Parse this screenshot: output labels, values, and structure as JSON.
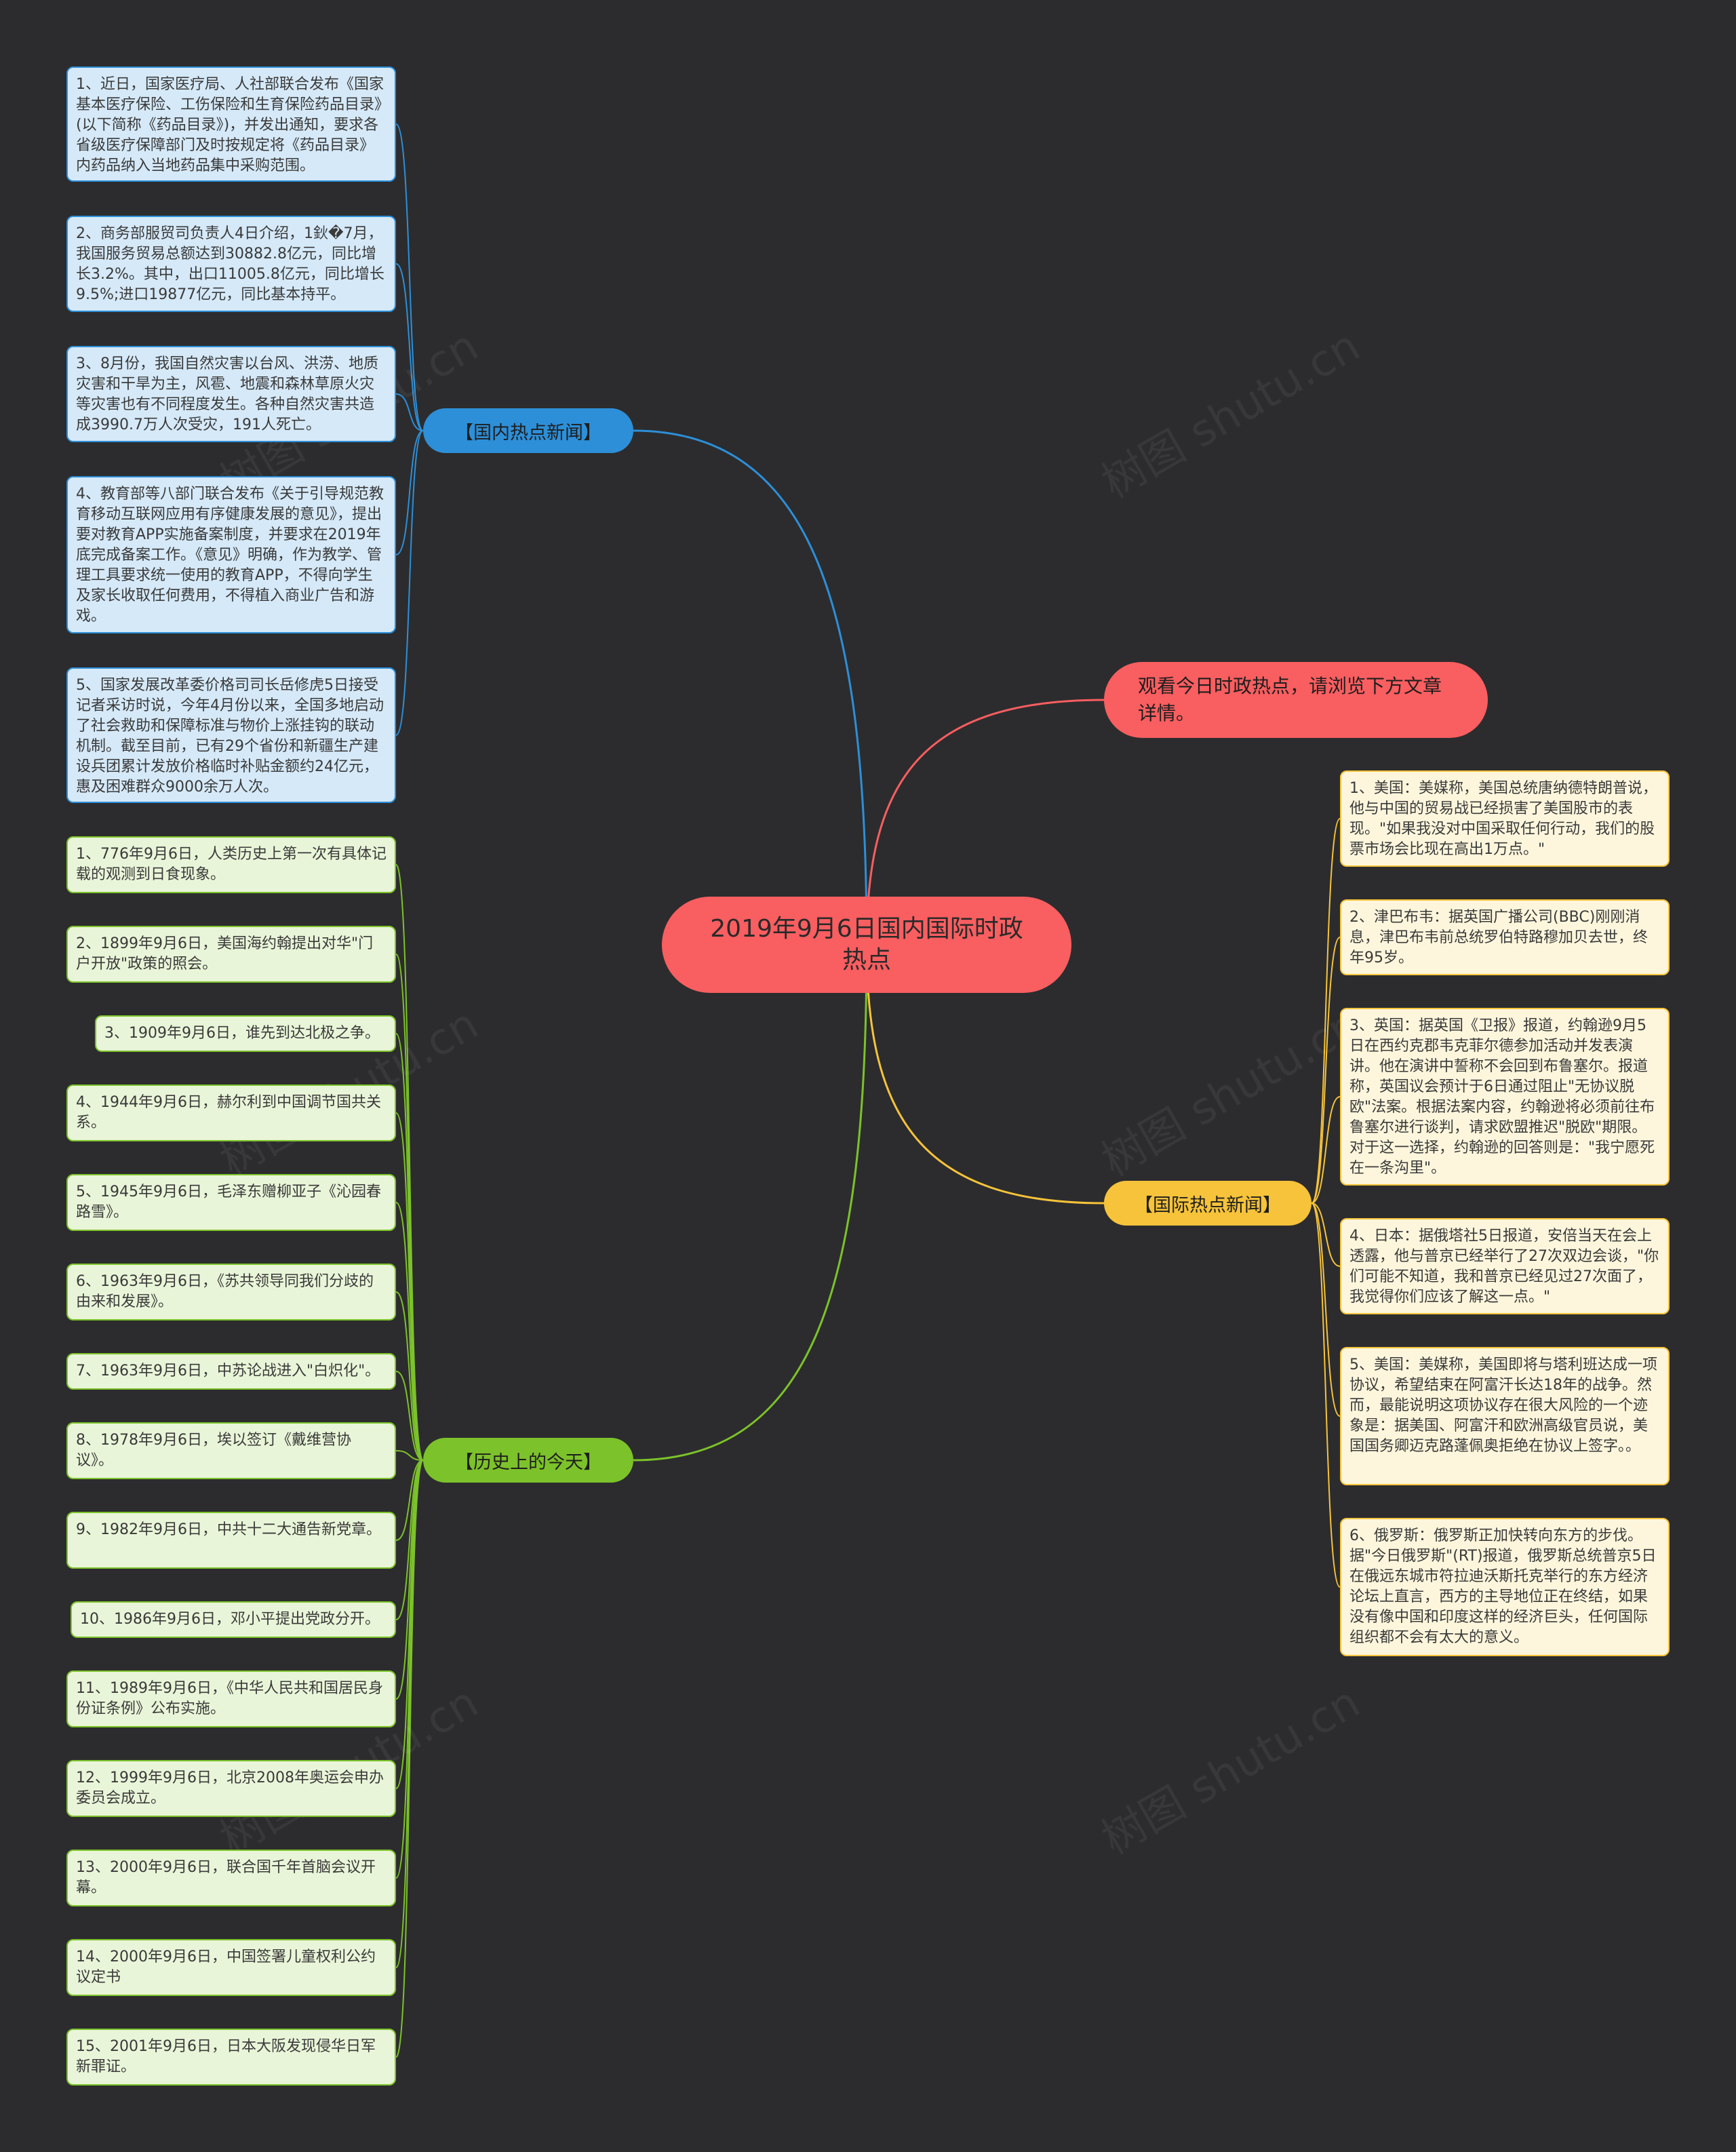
{
  "root": {
    "text": "2019年9月6日国内国际时政热点"
  },
  "tip": {
    "text": "观看今日时政热点，请浏览下方文章详情。"
  },
  "domestic": {
    "label": "【国内热点新闻】",
    "items": [
      "1、近日，国家医疗局、人社部联合发布《国家基本医疗保险、工伤保险和生育保险药品目录》(以下简称《药品目录》)，并发出通知，要求各省级医疗保障部门及时按规定将《药品目录》内药品纳入当地药品集中采购范围。",
      "2、商务部服贸司负责人4日介绍，1鈥�7月，我国服务贸易总额达到30882.8亿元，同比增长3.2%。其中，出口11005.8亿元，同比增长9.5%;进口19877亿元，同比基本持平。",
      "3、8月份，我国自然灾害以台风、洪涝、地质灾害和干旱为主，风雹、地震和森林草原火灾等灾害也有不同程度发生。各种自然灾害共造成3990.7万人次受灾，191人死亡。",
      "4、教育部等八部门联合发布《关于引导规范教育移动互联网应用有序健康发展的意见》，提出要对教育APP实施备案制度，并要求在2019年底完成备案工作。《意见》明确，作为教学、管理工具要求统一使用的教育APP，不得向学生及家长收取任何费用，不得植入商业广告和游戏。",
      "5、国家发展改革委价格司司长岳修虎5日接受记者采访时说，今年4月份以来，全国多地启动了社会救助和保障标准与物价上涨挂钩的联动机制。截至目前，已有29个省份和新疆生产建设兵团累计发放价格临时补贴金额约24亿元，惠及困难群众9000余万人次。"
    ]
  },
  "history": {
    "label": "【历史上的今天】",
    "items": [
      "1、776年9月6日，人类历史上第一次有具体记载的观测到日食现象。",
      "2、1899年9月6日，美国海约翰提出对华\"门户开放\"政策的照会。",
      "3、1909年9月6日，谁先到达北极之争。",
      "4、1944年9月6日，赫尔利到中国调节国共关系。",
      "5、1945年9月6日，毛泽东赠柳亚子《沁园春路雪》。",
      "6、1963年9月6日，《苏共领导同我们分歧的由来和发展》。",
      "7、1963年9月6日，中苏论战进入\"白炽化\"。",
      "8、1978年9月6日，埃以签订《戴维营协议》。",
      "9、1982年9月6日，中共十二大通告新党章。",
      "10、1986年9月6日，邓小平提出党政分开。",
      "11、1989年9月6日，《中华人民共和国居民身份证条例》公布实施。",
      "12、1999年9月6日，北京2008年奥运会申办委员会成立。",
      "13、2000年9月6日，联合国千年首脑会议开幕。",
      "14、2000年9月6日，中国签署儿童权利公约议定书",
      "15、2001年9月6日，日本大阪发现侵华日军新罪证。"
    ]
  },
  "international": {
    "label": "【国际热点新闻】",
    "items": [
      "1、美国：美媒称，美国总统唐纳德特朗普说，他与中国的贸易战已经损害了美国股市的表现。\"如果我没对中国采取任何行动，我们的股票市场会比现在高出1万点。\"",
      "2、津巴布韦：据英国广播公司(BBC)刚刚消息，津巴布韦前总统罗伯特路穆加贝去世，终年95岁。",
      "3、英国：据英国《卫报》报道，约翰逊9月5日在西约克郡韦克菲尔德参加活动并发表演讲。他在演讲中誓称不会回到布鲁塞尔。报道称，英国议会预计于6日通过阻止\"无协议脱欧\"法案。根据法案内容，约翰逊将必须前往布鲁塞尔进行谈判，请求欧盟推迟\"脱欧\"期限。对于这一选择，约翰逊的回答则是：\"我宁愿死在一条沟里\"。",
      "4、日本：据俄塔社5日报道，安倍当天在会上透露，他与普京已经举行了27次双边会谈，\"你们可能不知道，我和普京已经见过27次面了，我觉得你们应该了解这一点。\"",
      "5、美国：美媒称，美国即将与塔利班达成一项协议，希望结束在阿富汗长达18年的战争。然而，最能说明这项协议存在很大风险的一个迹象是：据美国、阿富汗和欧洲高级官员说，美国国务卿迈克路蓬佩奥拒绝在协议上签字。。",
      "6、俄罗斯：俄罗斯正加快转向东方的步伐。据\"今日俄罗斯\"(RT)报道，俄罗斯总统普京5日在俄远东城市符拉迪沃斯托克举行的东方经济论坛上直言，西方的主导地位正在终结，如果没有像中国和印度这样的经济巨头，任何国际组织都不会有太大的意义。"
    ]
  },
  "watermark": "树图 shutu.cn",
  "colors": {
    "background": "#2c2c2e",
    "root": "#f95e60",
    "domestic": "#2d8fd8",
    "history": "#7cc22a",
    "international": "#f6c33a",
    "tip": "#f95e60"
  }
}
